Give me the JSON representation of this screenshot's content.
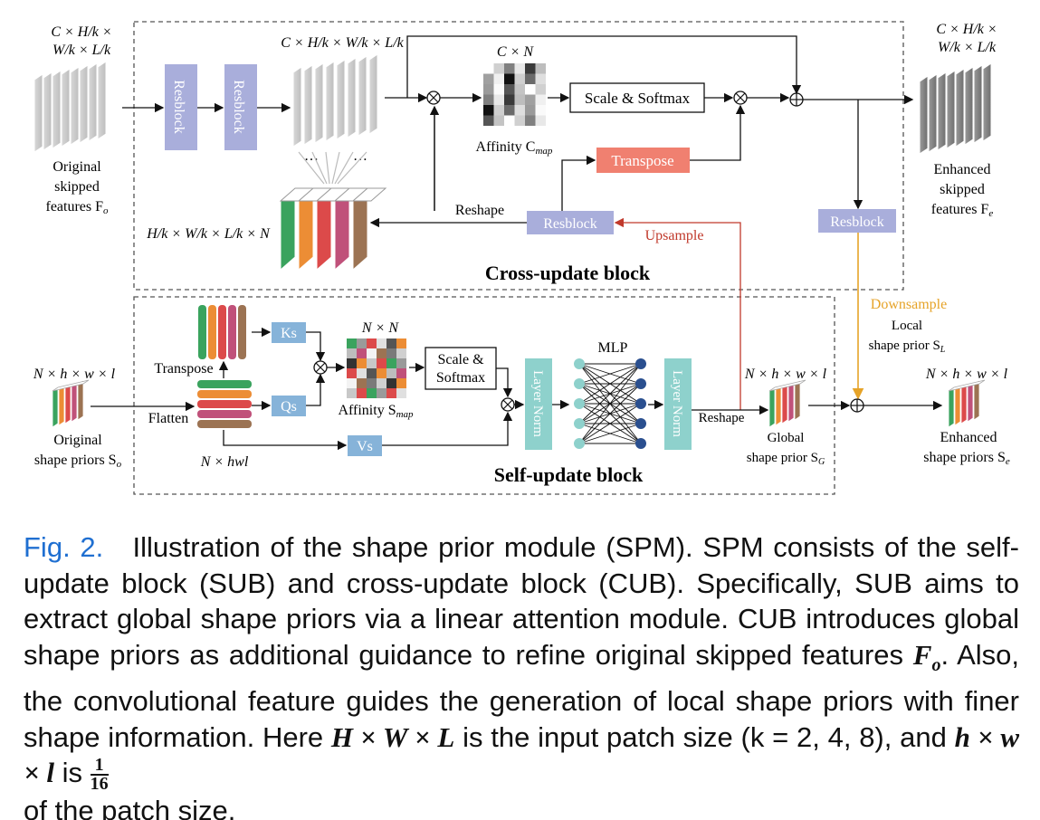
{
  "colors": {
    "resblock": "#a9aedb",
    "transpose": "#f08070",
    "ks_qs_vs": "#86b3d9",
    "layer_norm": "#8ed1cc",
    "upsample": "#c0392b",
    "downsample": "#e6a328",
    "caption_fig": "#1f6fd1",
    "prior_green": "#3aa35e",
    "prior_orange": "#ec8d35",
    "prior_red": "#dc4a4a",
    "prior_pink": "#c0517a",
    "prior_brown": "#9c7353"
  },
  "diagram": {
    "top_left_dims_1": "C × H/k ×",
    "top_left_dims_2": "W/k × L/k",
    "orig_feat_1": "Original",
    "orig_feat_2": "skipped",
    "orig_feat_3": "features F",
    "orig_feat_sub": "o",
    "resblock": "Resblock",
    "mid_dims": "C × H/k × W/k × L/k",
    "ellipsis": "…",
    "cn": "C × N",
    "affinity_c": "Affinity C",
    "affinity_c_sub": "map",
    "scale_softmax": "Scale & Softmax",
    "transpose_label": "Transpose",
    "reshape": "Reshape",
    "hwln": "H/k × W/k × L/k × N",
    "upsample": "Upsample",
    "cross_update": "Cross-update block",
    "right_dims_1": "C × H/k ×",
    "right_dims_2": "W/k × L/k",
    "enh_feat_1": "Enhanced",
    "enh_feat_2": "skipped",
    "enh_feat_3": "features F",
    "enh_feat_sub": "e",
    "downsample": "Downsample",
    "local_1": "Local",
    "local_2": "shape prior S",
    "local_sub": "L",
    "nn": "N × N",
    "ks": "Ks",
    "qs": "Qs",
    "vs": "Vs",
    "transpose_small": "Transpose",
    "flatten": "Flatten",
    "nhwl": "N × hwl",
    "nhwl_full": "N × h × w × l",
    "orig_prior_1": "Original",
    "orig_prior_2": "shape priors S",
    "orig_prior_sub": "o",
    "affinity_s": "Affinity S",
    "affinity_s_sub": "map",
    "scale_softmax_1": "Scale &",
    "scale_softmax_2": "Softmax",
    "mlp": "MLP",
    "layer_norm": "Layer Norm",
    "global_1": "Global",
    "global_2": "shape prior S",
    "global_sub": "G",
    "enh_prior_1": "Enhanced",
    "enh_prior_2": "shape priors S",
    "enh_prior_sub": "e",
    "self_update": "Self-update block"
  },
  "caption": {
    "fig": "Fig. 2.",
    "t1": "Illustration of the shape prior module (SPM). SPM consists of the self-update block (SUB) and cross-update block (CUB). Specifically, SUB aims to extract global shape priors via a linear attention module. CUB introduces global shape priors as additional guidance to refine original skipped features",
    "fo": "F",
    "fo_sub": "o",
    "t2": ". Also, the convolutional feature guides the generation of local shape priors with finer shape information. Here",
    "hwl": "H × W × L",
    "t3": "is the input patch size (k = 2, 4, 8), and",
    "hwl_small": "h × w × l",
    "t4": "is",
    "frac_num": "1",
    "frac_den": "16",
    "t5": "of the patch size."
  }
}
